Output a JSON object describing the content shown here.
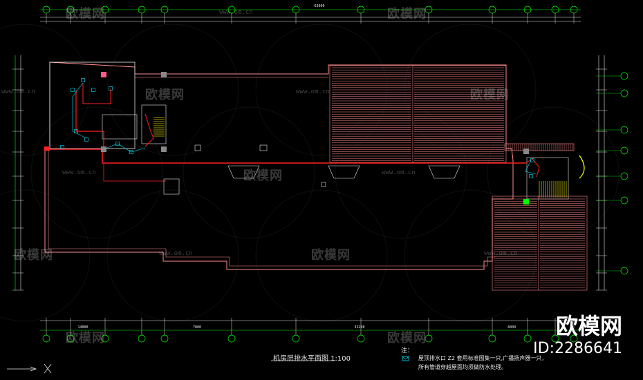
{
  "drawing": {
    "title": "机房层排水平面图",
    "scale": "1:100",
    "total_dim": "63000",
    "bottom_dims": [
      "14000",
      "7800",
      "31200",
      "4000"
    ],
    "notes_label": "注：",
    "notes": [
      "屋顶排水口 Z2 套用标准图集一只,广播扬声器一只，",
      "所有管道穿越屋面均须做防水处理。"
    ]
  },
  "brand": {
    "logo": "欧模网",
    "id": "ID:2286641",
    "watermark": "欧模网",
    "watermark_url": "www.om.cn"
  },
  "colors": {
    "wall": "#ff8c8c",
    "pipe": "#ff2020",
    "cyan": "#00e5ff",
    "green": "#00ff00",
    "white": "#e8e8e8",
    "yellow": "#ffff00"
  }
}
